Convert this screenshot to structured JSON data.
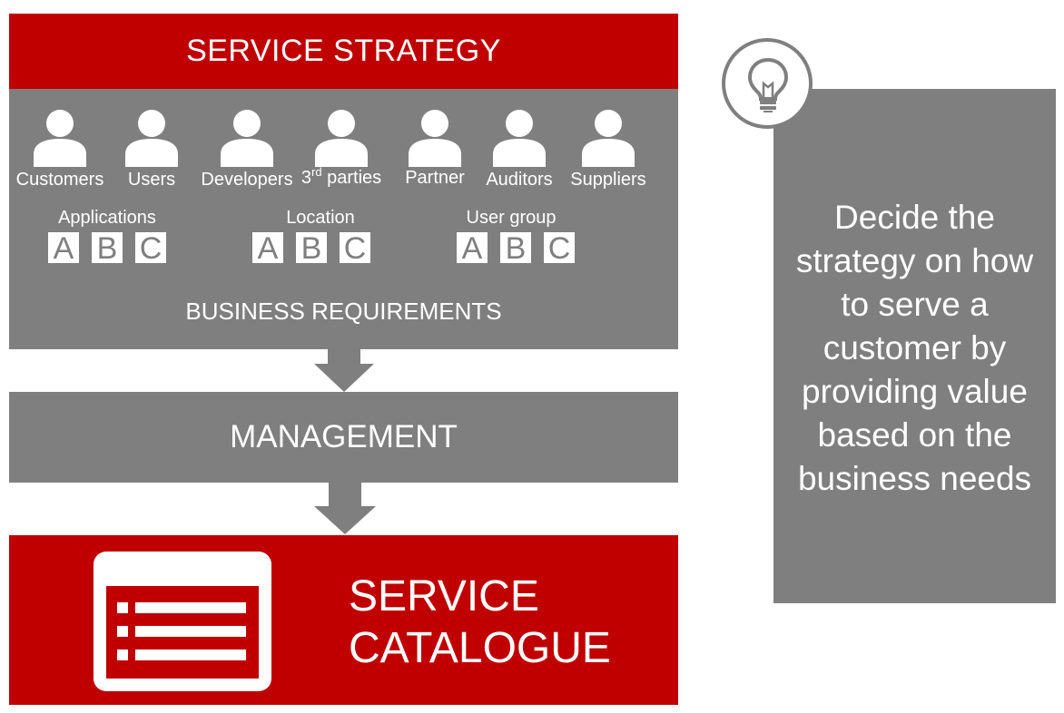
{
  "header": {
    "title": "SERVICE STRATEGY"
  },
  "stakeholders": [
    {
      "label": "Customers"
    },
    {
      "label": "Users"
    },
    {
      "label": "Developers"
    },
    {
      "label_base": "3",
      "label_sup": "rd",
      "label_rest": " parties"
    },
    {
      "label": "Partner"
    },
    {
      "label": "Auditors"
    },
    {
      "label": "Suppliers"
    }
  ],
  "groups": [
    {
      "title": "Applications",
      "options": [
        "A",
        "B",
        "C"
      ]
    },
    {
      "title": "Location",
      "options": [
        "A",
        "B",
        "C"
      ]
    },
    {
      "title": "User group",
      "options": [
        "A",
        "B",
        "C"
      ]
    }
  ],
  "business_requirements": "BUSINESS REQUIREMENTS",
  "management": "MANAGEMENT",
  "catalogue": {
    "line1": "SERVICE",
    "line2": "CATALOGUE"
  },
  "note": {
    "lines": [
      "Decide the",
      "strategy on how",
      "to serve a",
      "customer by",
      "providing value",
      "based on the",
      "business needs"
    ],
    "icon": "lightbulb-icon"
  },
  "colors": {
    "red": "#c00000",
    "grey": "#7f7f7f",
    "white": "#ffffff"
  }
}
